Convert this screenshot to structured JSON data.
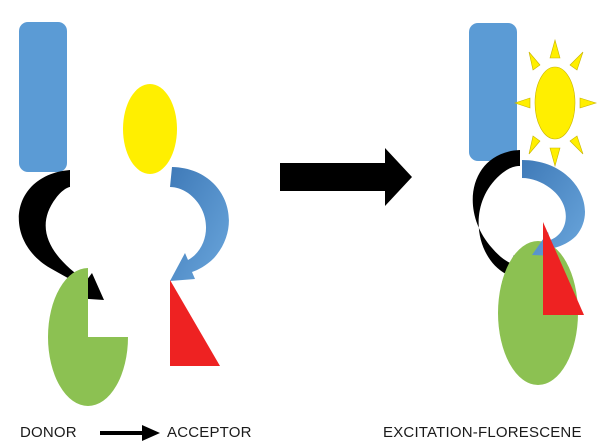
{
  "labels": {
    "donor": "DONOR",
    "acceptor": "ACCEPTOR",
    "excitation": "EXCITATION-FLORESCENE"
  },
  "colors": {
    "blue": "#5b9bd5",
    "blue_dark": "#4a86c5",
    "yellow": "#ffef00",
    "green": "#8cc152",
    "red": "#ee2222",
    "black": "#000000"
  },
  "icons": {
    "process_arrow": "right-arrow-icon",
    "sun": "sun-icon"
  }
}
